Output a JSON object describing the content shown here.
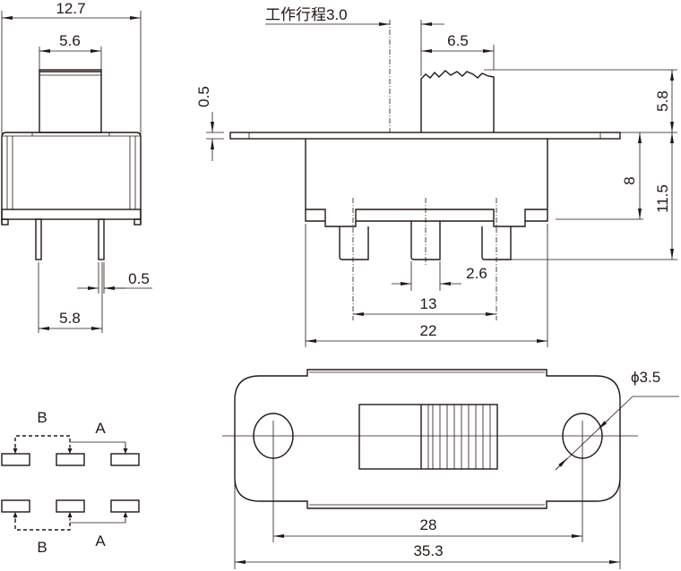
{
  "dimensions": {
    "overall_width": "12.7",
    "actuator_width": "5.6",
    "pin_width": "0.5",
    "pin_spacing_side": "5.8",
    "travel_label": "工作行程3.0",
    "actuator_length": "6.5",
    "plate_thickness": "0.5",
    "actuator_height": "5.8",
    "body_height": "8",
    "total_height": "11.5",
    "pin_width_front": "2.6",
    "pin_span": "13",
    "body_length": "22",
    "hole_diameter": "ϕ3.5",
    "hole_spacing": "28",
    "plate_length": "35.3"
  },
  "schematic": {
    "top_b": "B",
    "top_a": "A",
    "bottom_b": "B",
    "bottom_a": "A"
  },
  "colors": {
    "line": "#231815",
    "background": "#ffffff"
  }
}
